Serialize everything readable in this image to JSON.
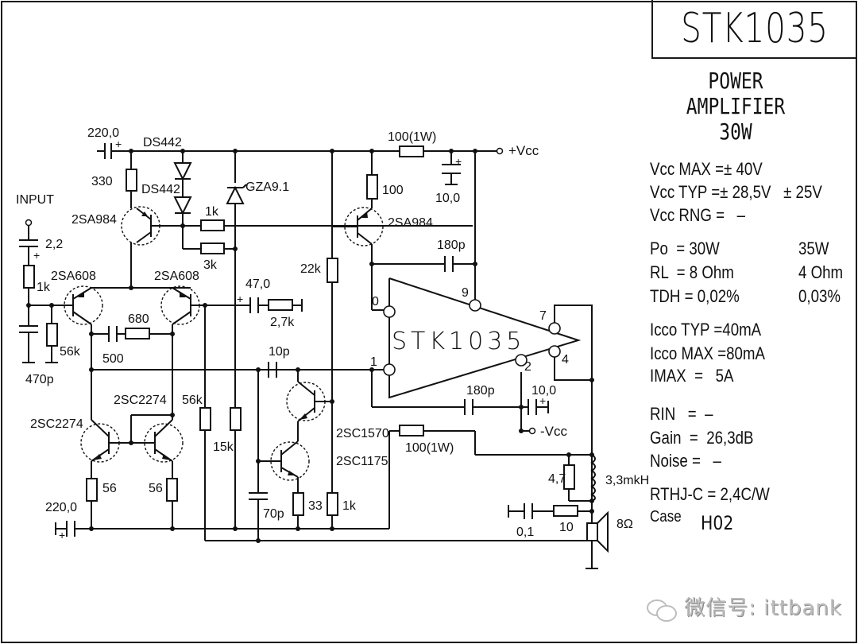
{
  "title_block": {
    "part_number": "STK1035",
    "description": "POWER AMPLIFIER",
    "power_rating": "30W"
  },
  "specs": {
    "vcc_max": "Vcc MAX =± 40V",
    "vcc_typ": "Vcc TYP =± 28,5V   ± 25V",
    "vcc_rng": "Vcc RNG =   –",
    "po": "Po  = 30W",
    "po_alt": "35W",
    "rl": "RL  = 8 Ohm",
    "rl_alt": "4 Ohm",
    "tdh": "TDH = 0,02%",
    "tdh_alt": "0,03%",
    "icco_typ": "Icco TYP =40mA",
    "icco_max": "Icco MAX =80mA",
    "imax": "IMAX  =   5A",
    "rin": "RIN   =  –",
    "gain": "Gain  =  26,3dB",
    "noise": "Noise =   –",
    "rthj": "RTHJ-C = 2,4C/W",
    "case_label": "Case",
    "case_value": "H02"
  },
  "schematic": {
    "input_label": "INPUT",
    "ic_label": "STK1035",
    "pos_supply": "+Vcc",
    "neg_supply": "-Vcc",
    "pins": {
      "p0": "0",
      "p1": "1",
      "p2": "2",
      "p4": "4",
      "p7": "7",
      "p9": "9"
    },
    "components": {
      "c_in": "2,2",
      "r_in": "1k",
      "c_470p": "470p",
      "r_56k_a": "56k",
      "c_220_top": "220,0",
      "r_330": "330",
      "d_ds442_a": "DS442",
      "d_ds442_b": "DS442",
      "q_2sa984_a": "2SA984",
      "r_1k_bias": "1k",
      "r_3k": "3k",
      "z_gza": "GZA9.1",
      "q_2sa608_a": "2SA608",
      "q_2sa608_b": "2SA608",
      "c_500": "500",
      "r_680": "680",
      "c_47": "47,0",
      "r_2k7": "2,7k",
      "r_22k": "22k",
      "r_100_1w_top": "100(1W)",
      "c_10_top": "10,0",
      "r_100": "100",
      "q_2sa984_b": "2SA984",
      "c_180p_top": "180p",
      "c_10p": "10p",
      "c_180p_bot": "180p",
      "c_10_bot": "10,0",
      "q_2sc2274_a": "2SC2274",
      "q_2sc2274_b": "2SC2274",
      "r_56k_b": "56k",
      "r_15k": "15k",
      "q_2sc1570": "2SC1570",
      "q_2sc1175": "2SC1175",
      "r_100_1w_bot": "100(1W)",
      "r_56_a": "56",
      "r_56_b": "56",
      "c_220_bot": "220,0",
      "c_70p": "70p",
      "r_33": "33",
      "r_1k_bot": "1k",
      "r_4_7": "4,7",
      "l_3_3": "3,3mkH",
      "c_0_1": "0,1",
      "r_10": "10",
      "speaker": "8Ω"
    }
  },
  "watermark": {
    "icon": "wechat-icon",
    "text": "微信号: ittbank"
  }
}
